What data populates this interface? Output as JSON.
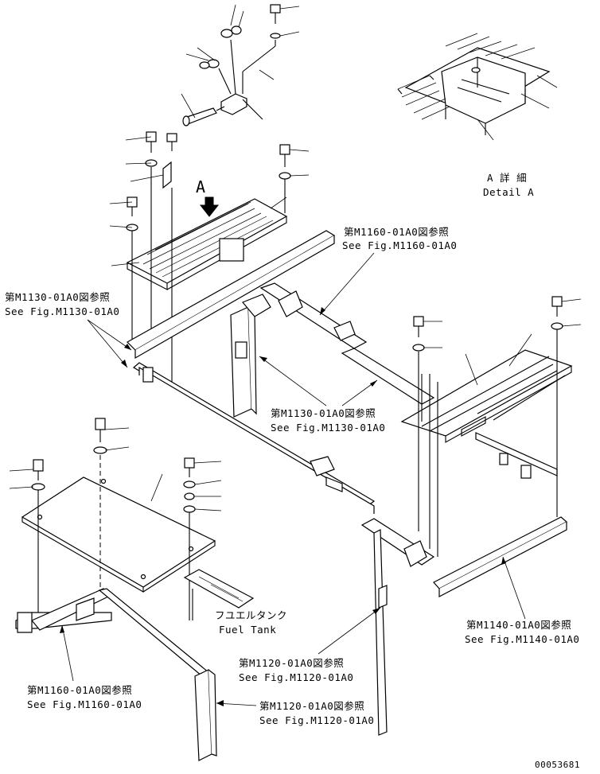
{
  "detail": {
    "title_jp": "A 詳 細",
    "title_en": "Detail A",
    "view_marker": "A"
  },
  "references": {
    "m1160_top": {
      "jp": "第M1160-01A0図参照",
      "en": "See Fig.M1160-01A0"
    },
    "m1130_left": {
      "jp": "第M1130-01A0図参照",
      "en": "See Fig.M1130-01A0"
    },
    "m1130_mid": {
      "jp": "第M1130-01A0図参照",
      "en": "See Fig.M1130-01A0"
    },
    "m1140": {
      "jp": "第M1140-01A0図参照",
      "en": "See Fig.M1140-01A0"
    },
    "m1120_mid": {
      "jp": "第M1120-01A0図参照",
      "en": "See Fig.M1120-01A0"
    },
    "m1120_bottom": {
      "jp": "第M1120-01A0図参照",
      "en": "See Fig.M1120-01A0"
    },
    "m1160_bottom": {
      "jp": "第M1160-01A0図参照",
      "en": "See Fig.M1160-01A0"
    }
  },
  "fuel_tank": {
    "jp": "フユエルタンク",
    "en": "Fuel Tank"
  },
  "drawing_number": "00053681"
}
